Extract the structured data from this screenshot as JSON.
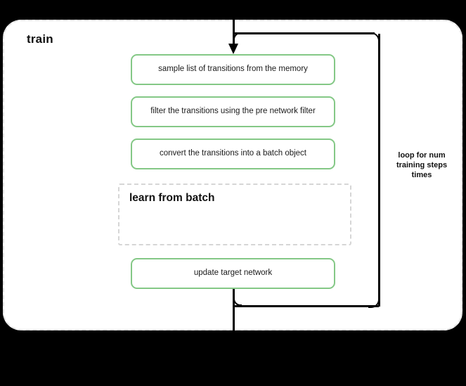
{
  "diagram": {
    "type": "flowchart",
    "scope": {
      "title": "train",
      "border_style": "dashed",
      "border_color": "#e3e3e3"
    },
    "nodes": [
      {
        "id": "sample",
        "label": "sample list of transitions from the memory",
        "style": "green-rounded"
      },
      {
        "id": "filter",
        "label": "filter the transitions using the pre network filter",
        "style": "green-rounded"
      },
      {
        "id": "convert",
        "label": "convert the transitions into a batch object",
        "style": "green-rounded"
      },
      {
        "id": "update",
        "label": "update target network",
        "style": "green-rounded"
      }
    ],
    "subscope": {
      "title": "learn from batch",
      "border_style": "dashed",
      "border_color": "#d6d6d6"
    },
    "loop": {
      "label_line1": "loop for num",
      "label_line2": "training steps",
      "label_line3": "times",
      "label_full": "loop for num training steps times"
    },
    "colors": {
      "node_border": "#84c886",
      "node_fill": "#ffffff",
      "connector": "#000000",
      "canvas": "#000000",
      "scope_fill": "#ffffff",
      "text": "#111111"
    }
  }
}
